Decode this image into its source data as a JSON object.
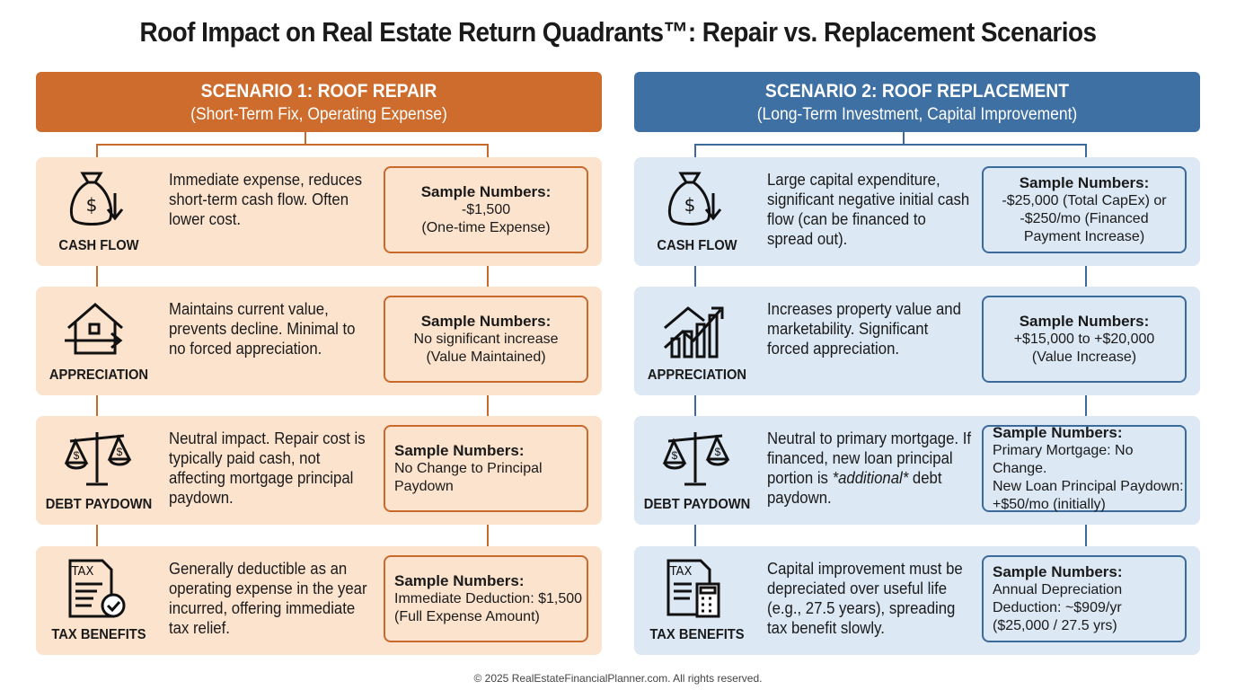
{
  "title": "Roof Impact on Real Estate Return Quadrants™: Repair vs. Replacement Scenarios",
  "colors": {
    "orange": "#CD6C2C",
    "orange_bg": "#FBE3CE",
    "blue": "#3E70A4",
    "blue_bg": "#DCE8F4"
  },
  "scenarios": [
    {
      "title": "SCENARIO 1: ROOF REPAIR",
      "subtitle": "(Short-Term Fix, Operating Expense)",
      "rows": [
        {
          "icon": "money-bag-down-arrow-icon",
          "label": "CASH FLOW",
          "desc": "Immediate expense, reduces short-term cash flow. Often lower cost.",
          "box_title": "Sample Numbers:",
          "box_lines": [
            "-$1,500",
            "(One-time Expense)"
          ],
          "align": "center"
        },
        {
          "icon": "house-arrow-icon",
          "label": "APPRECIATION",
          "desc": "Maintains current value, prevents decline. Minimal to no forced appreciation.",
          "box_title": "Sample Numbers:",
          "box_lines": [
            "No significant increase",
            "(Value Maintained)"
          ],
          "align": "center"
        },
        {
          "icon": "balance-scale-icon",
          "label": "DEBT PAYDOWN",
          "desc": "Neutral impact. Repair cost is typically paid cash, not affecting mortgage principal paydown.",
          "box_title": "Sample Numbers:",
          "box_lines": [
            "No Change to Principal",
            "Paydown"
          ],
          "align": "left"
        },
        {
          "icon": "tax-document-check-icon",
          "label": "TAX BENEFITS",
          "desc": "Generally deductible as an operating expense in the year incurred, offering immediate tax relief.",
          "box_title": "Sample Numbers:",
          "box_lines": [
            "Immediate Deduction: $1,500",
            "(Full Expense Amount)"
          ],
          "align": "left"
        }
      ]
    },
    {
      "title": "SCENARIO 2: ROOF REPLACEMENT",
      "subtitle": "(Long-Term Investment, Capital Improvement)",
      "rows": [
        {
          "icon": "money-bag-down-arrow-icon",
          "label": "CASH FLOW",
          "desc": "Large capital expenditure, significant negative initial cash flow (can be financed to spread out).",
          "box_title": "Sample Numbers:",
          "box_lines": [
            "-$25,000 (Total CapEx) or",
            "-$250/mo (Financed",
            "Payment Increase)"
          ],
          "align": "center"
        },
        {
          "icon": "rising-chart-arrow-icon",
          "label": "APPRECIATION",
          "desc": "Increases property value and marketability. Significant forced appreciation.",
          "box_title": "Sample Numbers:",
          "box_lines": [
            "+$15,000 to +$20,000",
            "(Value Increase)"
          ],
          "align": "center"
        },
        {
          "icon": "balance-scale-icon",
          "label": "DEBT PAYDOWN",
          "desc_parts": [
            "Neutral to primary mortgage. If financed, new loan principal portion is ",
            "*additional*",
            " debt paydown."
          ],
          "box_title": "Sample Numbers:",
          "box_lines": [
            "Primary Mortgage: No Change.",
            "New Loan Principal Paydown:",
            "+$50/mo (initially)"
          ],
          "align": "left"
        },
        {
          "icon": "tax-document-calculator-icon",
          "label": "TAX BENEFITS",
          "desc": "Capital improvement must be depreciated over useful life (e.g., 27.5 years), spreading tax benefit slowly.",
          "box_title": "Sample Numbers:",
          "box_lines": [
            "Annual Depreciation",
            "Deduction: ~$909/yr",
            "($25,000 / 27.5 yrs)"
          ],
          "align": "left"
        }
      ]
    }
  ],
  "footer": "© 2025 RealEstateFinancialPlanner.com. All rights reserved."
}
